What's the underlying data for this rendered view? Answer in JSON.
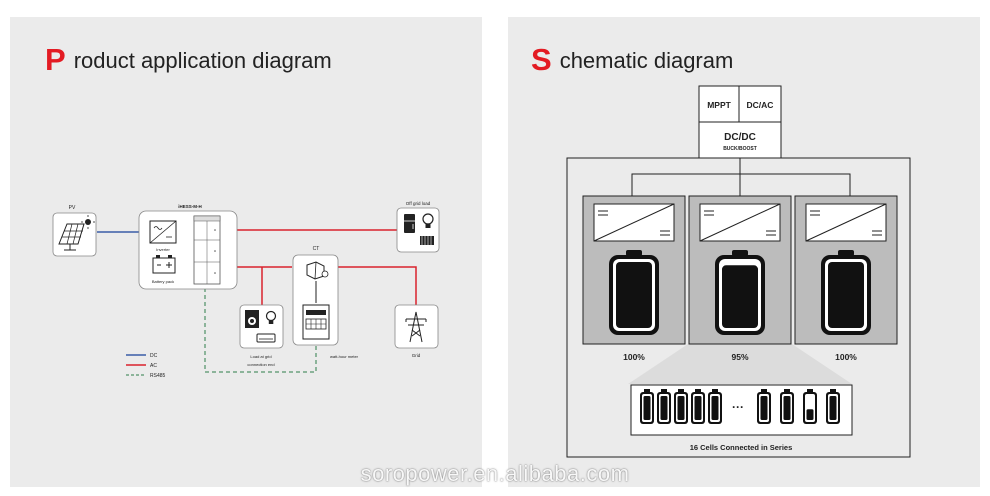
{
  "left": {
    "title_cap": "P",
    "title_rest": "roduct application diagram",
    "labels": {
      "pv": "PV",
      "system": "iHESS-M-H",
      "inverter": "Inverter",
      "battery_pack": "Battery pack",
      "offgrid_load": "Off grid load",
      "ct": "CT",
      "load_line1": "Load at grid",
      "load_line2": "connection end",
      "meter": "watt-hour meter",
      "grid": "Grid"
    },
    "legend": [
      {
        "label": "DC",
        "color": "#3a5ca8",
        "style": "solid"
      },
      {
        "label": "AC",
        "color": "#d9232d",
        "style": "solid"
      },
      {
        "label": "RS485",
        "color": "#2e7d4a",
        "style": "dashed"
      }
    ]
  },
  "right": {
    "title_cap": "S",
    "title_rest": "chematic diagram",
    "mppt": "MPPT",
    "dcac": "DC/AC",
    "dcdc": "DC/DC",
    "dcdc_sub": "BUCK/BOOST",
    "modules": [
      {
        "percent_label": "100%",
        "level": 1.0
      },
      {
        "percent_label": "95%",
        "level": 0.95
      },
      {
        "percent_label": "100%",
        "level": 1.0
      }
    ],
    "cells_label": "16 Cells Connected in Series",
    "ellipsis": "···"
  },
  "watermark": "soropower.en.alibaba.com"
}
